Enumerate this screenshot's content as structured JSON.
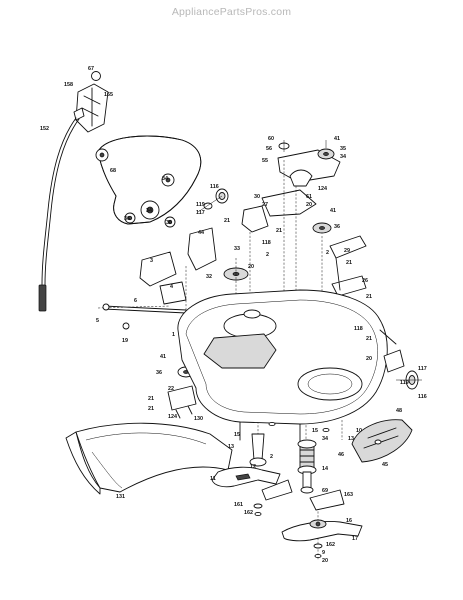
{
  "watermark": "AppliancePartsPros.com",
  "callouts": [
    {
      "label": "67"
    },
    {
      "label": "158"
    },
    {
      "label": "165"
    },
    {
      "label": "152"
    },
    {
      "label": "68"
    },
    {
      "label": "34"
    },
    {
      "label": "34"
    },
    {
      "label": "36"
    },
    {
      "label": "36"
    },
    {
      "label": "116"
    },
    {
      "label": "119"
    },
    {
      "label": "117"
    },
    {
      "label": "21"
    },
    {
      "label": "60"
    },
    {
      "label": "56"
    },
    {
      "label": "55"
    },
    {
      "label": "41"
    },
    {
      "label": "35"
    },
    {
      "label": "34"
    },
    {
      "label": "30"
    },
    {
      "label": "27"
    },
    {
      "label": "124"
    },
    {
      "label": "61"
    },
    {
      "label": "20"
    },
    {
      "label": "41"
    },
    {
      "label": "36"
    },
    {
      "label": "21"
    },
    {
      "label": "44"
    },
    {
      "label": "3"
    },
    {
      "label": "33"
    },
    {
      "label": "20"
    },
    {
      "label": "32"
    },
    {
      "label": "2"
    },
    {
      "label": "2"
    },
    {
      "label": "29"
    },
    {
      "label": "21"
    },
    {
      "label": "26"
    },
    {
      "label": "21"
    },
    {
      "label": "118"
    },
    {
      "label": "4"
    },
    {
      "label": "6"
    },
    {
      "label": "5"
    },
    {
      "label": "19"
    },
    {
      "label": "1"
    },
    {
      "label": "41"
    },
    {
      "label": "36"
    },
    {
      "label": "22"
    },
    {
      "label": "21"
    },
    {
      "label": "21"
    },
    {
      "label": "124"
    },
    {
      "label": "130"
    },
    {
      "label": "118"
    },
    {
      "label": "21"
    },
    {
      "label": "20"
    },
    {
      "label": "119"
    },
    {
      "label": "117"
    },
    {
      "label": "116"
    },
    {
      "label": "48"
    },
    {
      "label": "15"
    },
    {
      "label": "13"
    },
    {
      "label": "2"
    },
    {
      "label": "46"
    },
    {
      "label": "45"
    },
    {
      "label": "14"
    },
    {
      "label": "12"
    },
    {
      "label": "11"
    },
    {
      "label": "131"
    },
    {
      "label": "69"
    },
    {
      "label": "163"
    },
    {
      "label": "161"
    },
    {
      "label": "162"
    },
    {
      "label": "16"
    },
    {
      "label": "162"
    },
    {
      "label": "9"
    },
    {
      "label": "20"
    },
    {
      "label": "17"
    },
    {
      "label": "15"
    },
    {
      "label": "34"
    },
    {
      "label": "13"
    },
    {
      "label": "10"
    }
  ]
}
